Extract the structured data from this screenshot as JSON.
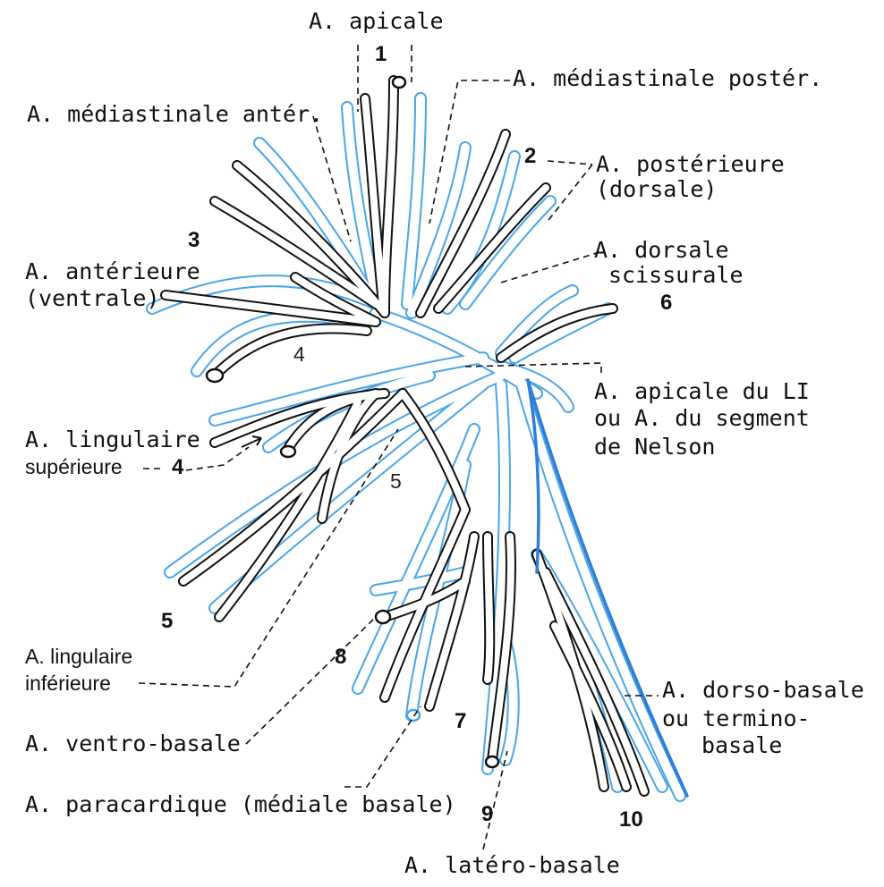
{
  "colors": {
    "vessel_blue": "#4aa6e6",
    "vessel_black": "#111111",
    "vessel_deep_blue": "#2f7ed8"
  },
  "labels": {
    "apicale": "A. apicale",
    "mediastinale_poster": "A. médiastinale postér.",
    "mediastinale_anter": "A. médiastinale antér.",
    "posterieure_line1": "A. postérieure",
    "posterieure_line2": "(dorsale)",
    "dorsale_scissurale_line1": "A. dorsale",
    "dorsale_scissurale_line2": "scissurale",
    "anterieure_line1": "A. antérieure",
    "anterieure_line2": "(ventrale)",
    "apicale_LI_line1": "A. apicale du LI",
    "apicale_LI_line2": "ou A. du segment",
    "apicale_LI_line3": "de Nelson",
    "lingulaire_sup_line1": "A. lingulaire",
    "lingulaire_sup_line2": "supérieure",
    "lingulaire_inf_line1": "A. lingulaire",
    "lingulaire_inf_line2": "inférieure",
    "ventro_basale": "A. ventro-basale",
    "paracardique": "A. paracardique (médiale basale)",
    "dorso_basale_line1": "A. dorso-basale",
    "dorso_basale_line2": "ou termino-",
    "dorso_basale_line3": "basale",
    "latero_basale": "A. latéro-basale"
  },
  "segment_numbers": {
    "n1": "1",
    "n2": "2",
    "n3": "3",
    "n4_label": "4",
    "n4_center": "4",
    "n5_bottom": "5",
    "n5_center": "5",
    "n6": "6",
    "n7": "7",
    "n8": "8",
    "n9": "9",
    "n10": "10"
  }
}
